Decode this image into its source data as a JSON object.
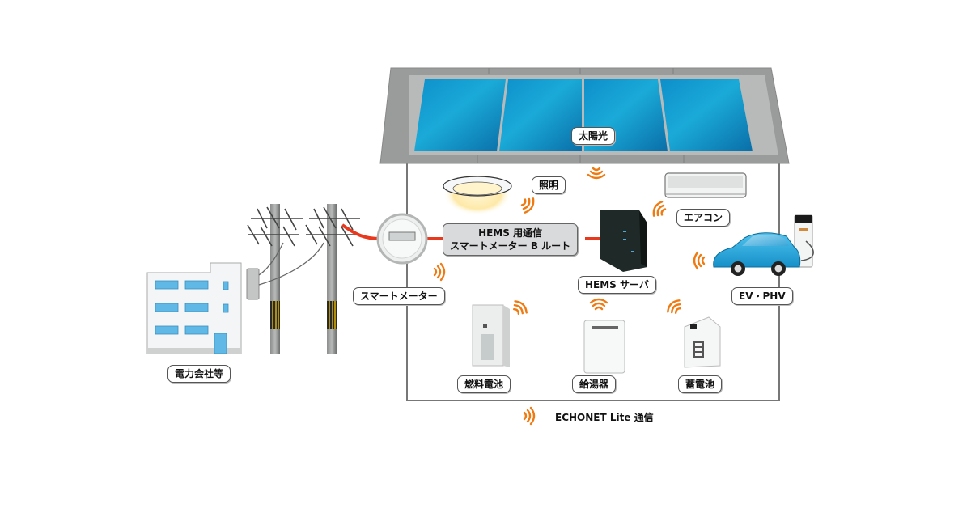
{
  "diagram": {
    "colors": {
      "wire": "#e8391e",
      "signal": "#ef7a12",
      "solar_panel": "#0a8cc8",
      "roof": "#9a9c9c",
      "wall_line": "#777777",
      "route_box": "#d9dadb"
    },
    "labels": {
      "solar": "太陽光",
      "lighting": "照明",
      "aircon": "エアコン",
      "smart_meter": "スマートメーター",
      "hems_route_line1": "HEMS 用通信",
      "hems_route_line2": "スマートメーター B ルート",
      "hems_server": "HEMS サーバ",
      "ev_phv": "EV・PHV",
      "fuel_cell": "燃料電池",
      "water_heater": "給湯器",
      "storage_battery": "蓄電池",
      "power_company": "電力会社等"
    },
    "legend": {
      "icon": "wireless-signal-icon",
      "text": "ECHONET Lite 通信"
    }
  }
}
